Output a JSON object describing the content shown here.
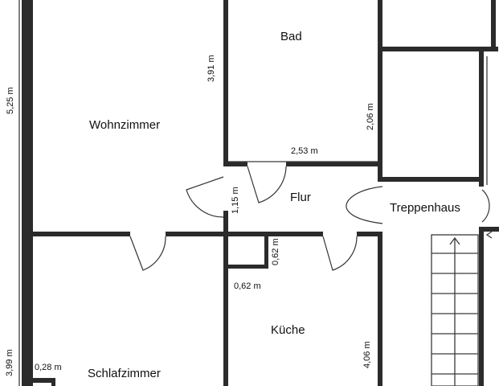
{
  "rooms": {
    "bad": "Bad",
    "wohnzimmer": "Wohnzimmer",
    "flur": "Flur",
    "treppenhaus": "Treppenhaus",
    "kueche": "Küche",
    "schlafzimmer": "Schlafzimmer"
  },
  "dimensions": {
    "wohnzimmer_height": "5,25 m",
    "bad_height": "3,91 m",
    "right_height": "2,06 m",
    "bad_width": "2,53 m",
    "flur_height": "1,15 m",
    "shaft_height": "0,62 m",
    "shaft_width": "0,62 m",
    "kueche_height": "4,06 m",
    "schlafzimmer_height": "3,99 m",
    "small_width": "0,28 m"
  }
}
